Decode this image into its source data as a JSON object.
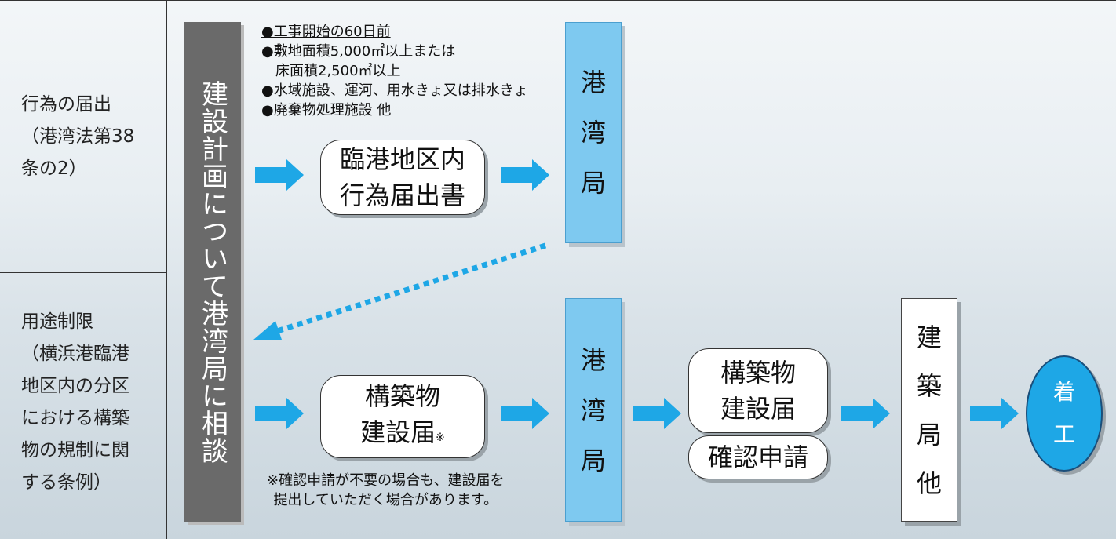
{
  "rows": {
    "top": {
      "label": [
        "行為の届出",
        "（港湾法第38",
        "条の2）"
      ]
    },
    "bottom": {
      "label": [
        "用途制限",
        "（横浜港臨港",
        "地区内の分区",
        "における構築",
        "物の規制に関",
        "する条例）"
      ]
    }
  },
  "consult_bar": {
    "text": "建設計画について港湾局に相談"
  },
  "conditions": {
    "first": "●工事開始の60日前",
    "items": [
      "●敷地面積5,000㎡以上または",
      "　床面積2,500㎡以上",
      "●水域施設、運河、用水きょ又は排水きょ",
      "●廃棄物処理施設 他"
    ]
  },
  "top_flow": {
    "form": [
      "臨港地区内",
      "行為届出書"
    ],
    "office": [
      "港",
      "湾",
      "局"
    ]
  },
  "bottom_flow": {
    "form": [
      "構築物",
      "建設届"
    ],
    "form_mark": "※",
    "note": [
      "※確認申請が不要の場合も、建設届を",
      "提出していただく場合があります。"
    ],
    "office": [
      "港",
      "湾",
      "局"
    ],
    "notice": [
      "構築物",
      "建設届"
    ],
    "application": "確認申請",
    "building_bureau": [
      "建",
      "築",
      "局",
      "他"
    ],
    "start": [
      "着",
      "工"
    ]
  },
  "colors": {
    "arrow": "#1ea7e6",
    "office_box": "#7ec9f0",
    "consult_bar": "#6a6a6a",
    "start_oval": "#1ea7e6"
  },
  "icons": {
    "arrow": "right-arrow-icon",
    "dashed": "dotted-return-arrow-icon"
  }
}
